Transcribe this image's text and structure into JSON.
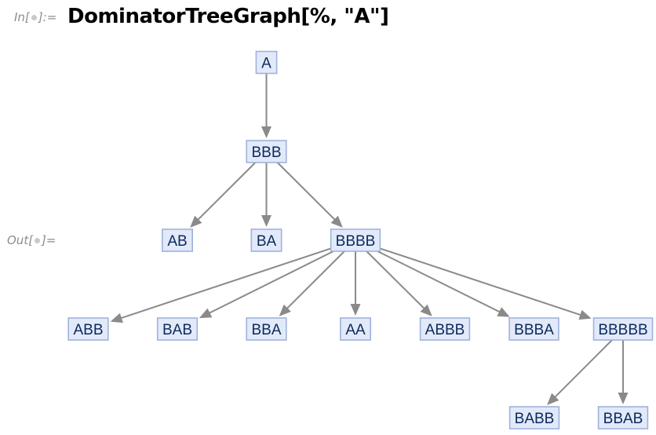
{
  "input_cell": {
    "label_prefix": "In[",
    "label_suffix": "]:=",
    "code": "DominatorTreeGraph[%, \"A\"]"
  },
  "output_cell": {
    "label_prefix": "Out[",
    "label_suffix": "]="
  },
  "graph": {
    "nodes": [
      {
        "id": "A",
        "label": "A"
      },
      {
        "id": "BBB",
        "label": "BBB"
      },
      {
        "id": "AB",
        "label": "AB"
      },
      {
        "id": "BA",
        "label": "BA"
      },
      {
        "id": "BBBB",
        "label": "BBBB"
      },
      {
        "id": "ABB",
        "label": "ABB"
      },
      {
        "id": "BAB",
        "label": "BAB"
      },
      {
        "id": "BBA",
        "label": "BBA"
      },
      {
        "id": "AA",
        "label": "AA"
      },
      {
        "id": "ABBB",
        "label": "ABBB"
      },
      {
        "id": "BBBA",
        "label": "BBBA"
      },
      {
        "id": "BBBBB",
        "label": "BBBBB"
      },
      {
        "id": "BABB",
        "label": "BABB"
      },
      {
        "id": "BBAB",
        "label": "BBAB"
      }
    ],
    "edges": [
      [
        "A",
        "BBB"
      ],
      [
        "BBB",
        "AB"
      ],
      [
        "BBB",
        "BA"
      ],
      [
        "BBB",
        "BBBB"
      ],
      [
        "BBBB",
        "ABB"
      ],
      [
        "BBBB",
        "BAB"
      ],
      [
        "BBBB",
        "BBA"
      ],
      [
        "BBBB",
        "AA"
      ],
      [
        "BBBB",
        "ABBB"
      ],
      [
        "BBBB",
        "BBBA"
      ],
      [
        "BBBB",
        "BBBBB"
      ],
      [
        "BBBBB",
        "BABB"
      ],
      [
        "BBBBB",
        "BBAB"
      ]
    ]
  }
}
